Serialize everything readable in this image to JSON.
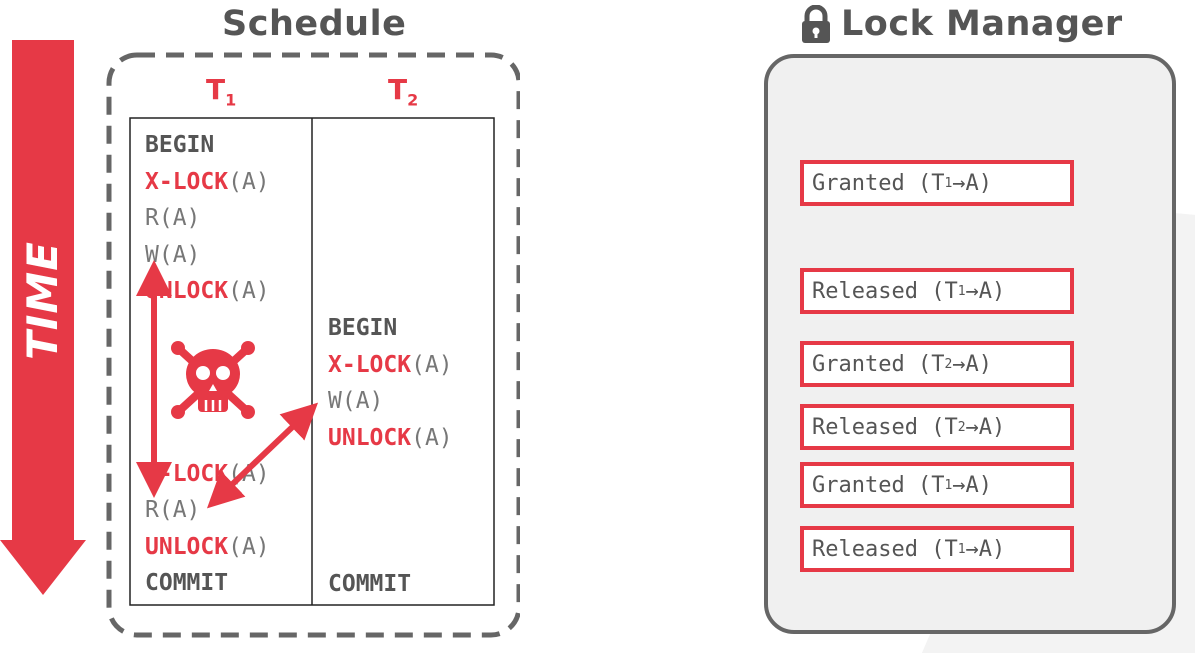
{
  "schedule": {
    "title": "Schedule",
    "time_label": "TIME",
    "t1_header": {
      "base": "T",
      "sub": "1"
    },
    "t2_header": {
      "base": "T",
      "sub": "2"
    },
    "t1_ops": [
      {
        "kind": "kw",
        "op": "BEGIN",
        "arg": ""
      },
      {
        "kind": "lock",
        "op": "X-LOCK",
        "arg": "(A)"
      },
      {
        "kind": "plain",
        "op": "R(A)",
        "arg": ""
      },
      {
        "kind": "plain",
        "op": "W(A)",
        "arg": ""
      },
      {
        "kind": "lock",
        "op": "UNLOCK",
        "arg": "(A)"
      },
      {
        "kind": "blank",
        "op": "",
        "arg": ""
      },
      {
        "kind": "blank",
        "op": "",
        "arg": ""
      },
      {
        "kind": "blank",
        "op": "",
        "arg": ""
      },
      {
        "kind": "blank",
        "op": "",
        "arg": ""
      },
      {
        "kind": "lock",
        "op": "X-LOCK",
        "arg": "(A)"
      },
      {
        "kind": "plain",
        "op": "R(A)",
        "arg": ""
      },
      {
        "kind": "lock",
        "op": "UNLOCK",
        "arg": "(A)"
      },
      {
        "kind": "kw",
        "op": "COMMIT",
        "arg": ""
      }
    ],
    "t2_ops": [
      {
        "kind": "blank",
        "op": "",
        "arg": ""
      },
      {
        "kind": "blank",
        "op": "",
        "arg": ""
      },
      {
        "kind": "blank",
        "op": "",
        "arg": ""
      },
      {
        "kind": "blank",
        "op": "",
        "arg": ""
      },
      {
        "kind": "blank",
        "op": "",
        "arg": ""
      },
      {
        "kind": "kw",
        "op": "BEGIN",
        "arg": ""
      },
      {
        "kind": "lock",
        "op": "X-LOCK",
        "arg": "(A)"
      },
      {
        "kind": "plain",
        "op": "W(A)",
        "arg": ""
      },
      {
        "kind": "lock",
        "op": "UNLOCK",
        "arg": "(A)"
      },
      {
        "kind": "blank",
        "op": "",
        "arg": ""
      },
      {
        "kind": "blank",
        "op": "",
        "arg": ""
      },
      {
        "kind": "blank",
        "op": "",
        "arg": ""
      },
      {
        "kind": "kw",
        "op": "COMMIT",
        "arg": ""
      }
    ]
  },
  "lock_manager": {
    "title": "Lock Manager",
    "entries": [
      {
        "status": "Granted",
        "txn": "T",
        "sub": "1",
        "arrow": "→",
        "obj": "A"
      },
      {
        "status": "Released",
        "txn": "T",
        "sub": "1",
        "arrow": "→",
        "obj": "A"
      },
      {
        "status": "Granted",
        "txn": "T",
        "sub": "2",
        "arrow": "→",
        "obj": "A"
      },
      {
        "status": "Released",
        "txn": "T",
        "sub": "2",
        "arrow": "→",
        "obj": "A"
      },
      {
        "status": "Granted",
        "txn": "T",
        "sub": "1",
        "arrow": "→",
        "obj": "A"
      },
      {
        "status": "Released",
        "txn": "T",
        "sub": "1",
        "arrow": "→",
        "obj": "A"
      }
    ]
  },
  "colors": {
    "accent": "#e63946",
    "text": "#555555",
    "muted": "#777777",
    "panel": "#f0f0f0"
  },
  "icons": [
    "lock-icon",
    "skull-crossbones-icon",
    "time-arrow-icon",
    "double-arrow-icon"
  ]
}
